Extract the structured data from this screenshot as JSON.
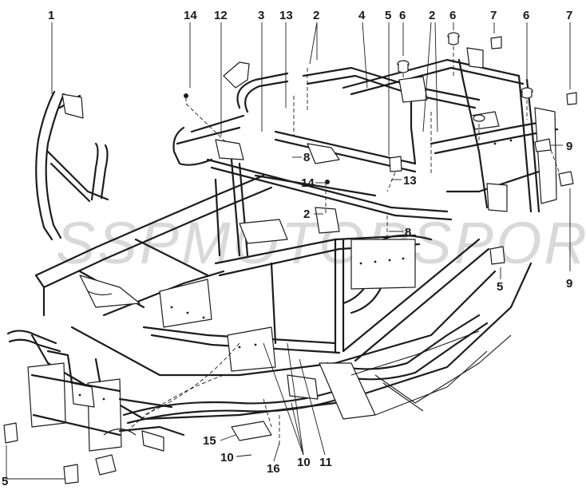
{
  "watermark": "SSPMOTORSPORTS",
  "callouts": {
    "c1": "1",
    "c14_top": "14",
    "c12": "12",
    "c3": "3",
    "c13_top": "13",
    "c2_top_a": "2",
    "c4": "4",
    "c5_top": "5",
    "c6_a": "6",
    "c2_top_b": "2",
    "c6_b": "6",
    "c7_a": "7",
    "c6_c": "6",
    "c7_b": "7",
    "c9_a": "9",
    "c8_a": "8",
    "c14_mid": "14",
    "c13_mid": "13",
    "c2_mid": "2",
    "c8_b": "8",
    "c5_right": "5",
    "c9_b": "9",
    "c15": "15",
    "c10_bot": "10",
    "c16": "16",
    "c10_mid": "10",
    "c11": "11",
    "c5_bot": "5"
  },
  "colors": {
    "line": "#1c1c1c",
    "background": "#ffffff",
    "watermark": "#d9d9d9"
  }
}
